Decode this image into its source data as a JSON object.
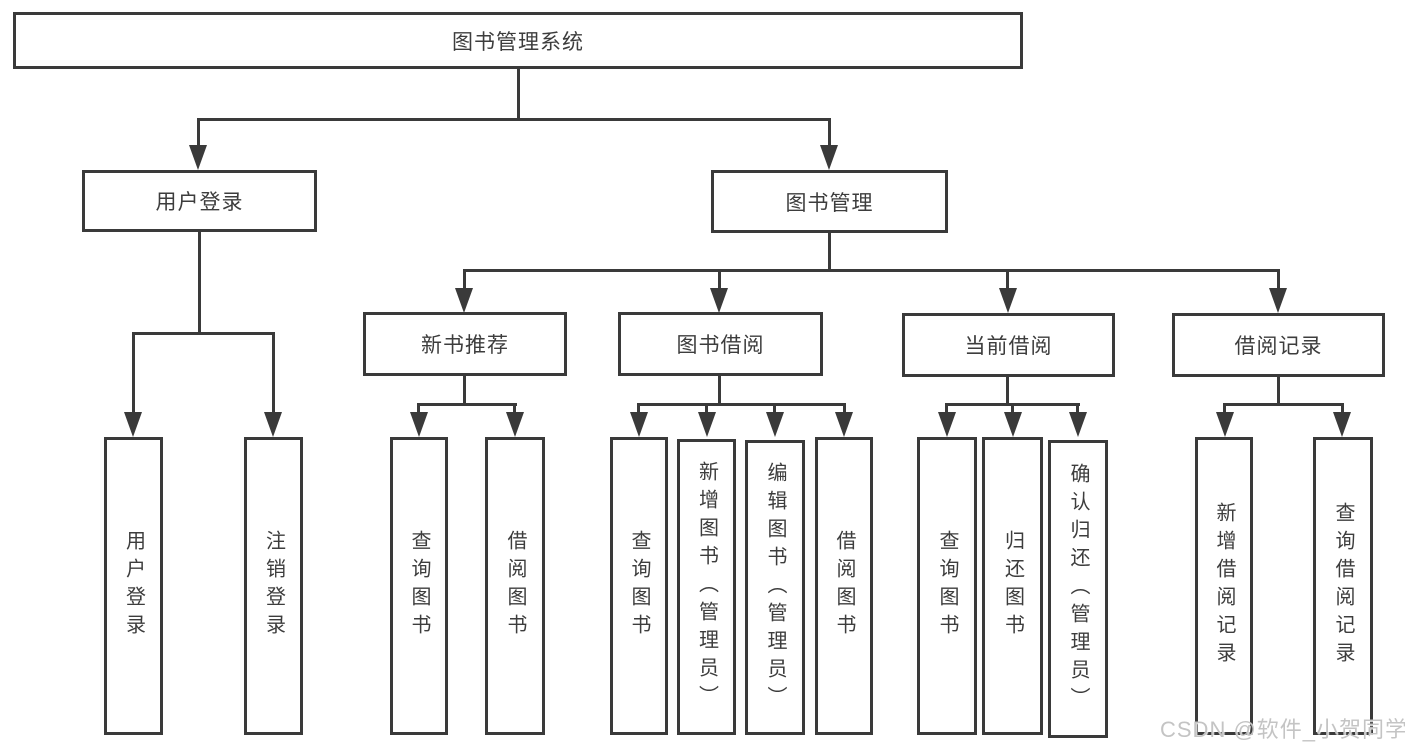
{
  "colors": {
    "line": "#3a3a3a",
    "text": "#3d3d3d",
    "background": "#ffffff",
    "watermark": "#c4c4c4"
  },
  "watermark": "CSDN @软件_小贺同学",
  "diagram": {
    "root": "图书管理系统",
    "user_login": {
      "label": "用户登录",
      "children": [
        "用户登录",
        "注销登录"
      ]
    },
    "book_mgmt": {
      "label": "图书管理",
      "groups": [
        {
          "label": "新书推荐",
          "children": [
            "查询图书",
            "借阅图书"
          ]
        },
        {
          "label": "图书借阅",
          "children": [
            "查询图书",
            "新增图书（管理员）",
            "编辑图书（管理员）",
            "借阅图书"
          ]
        },
        {
          "label": "当前借阅",
          "children": [
            "查询图书",
            "归还图书",
            "确认归还（管理员）"
          ]
        },
        {
          "label": "借阅记录",
          "children": [
            "新增借阅记录",
            "查询借阅记录"
          ]
        }
      ]
    }
  }
}
